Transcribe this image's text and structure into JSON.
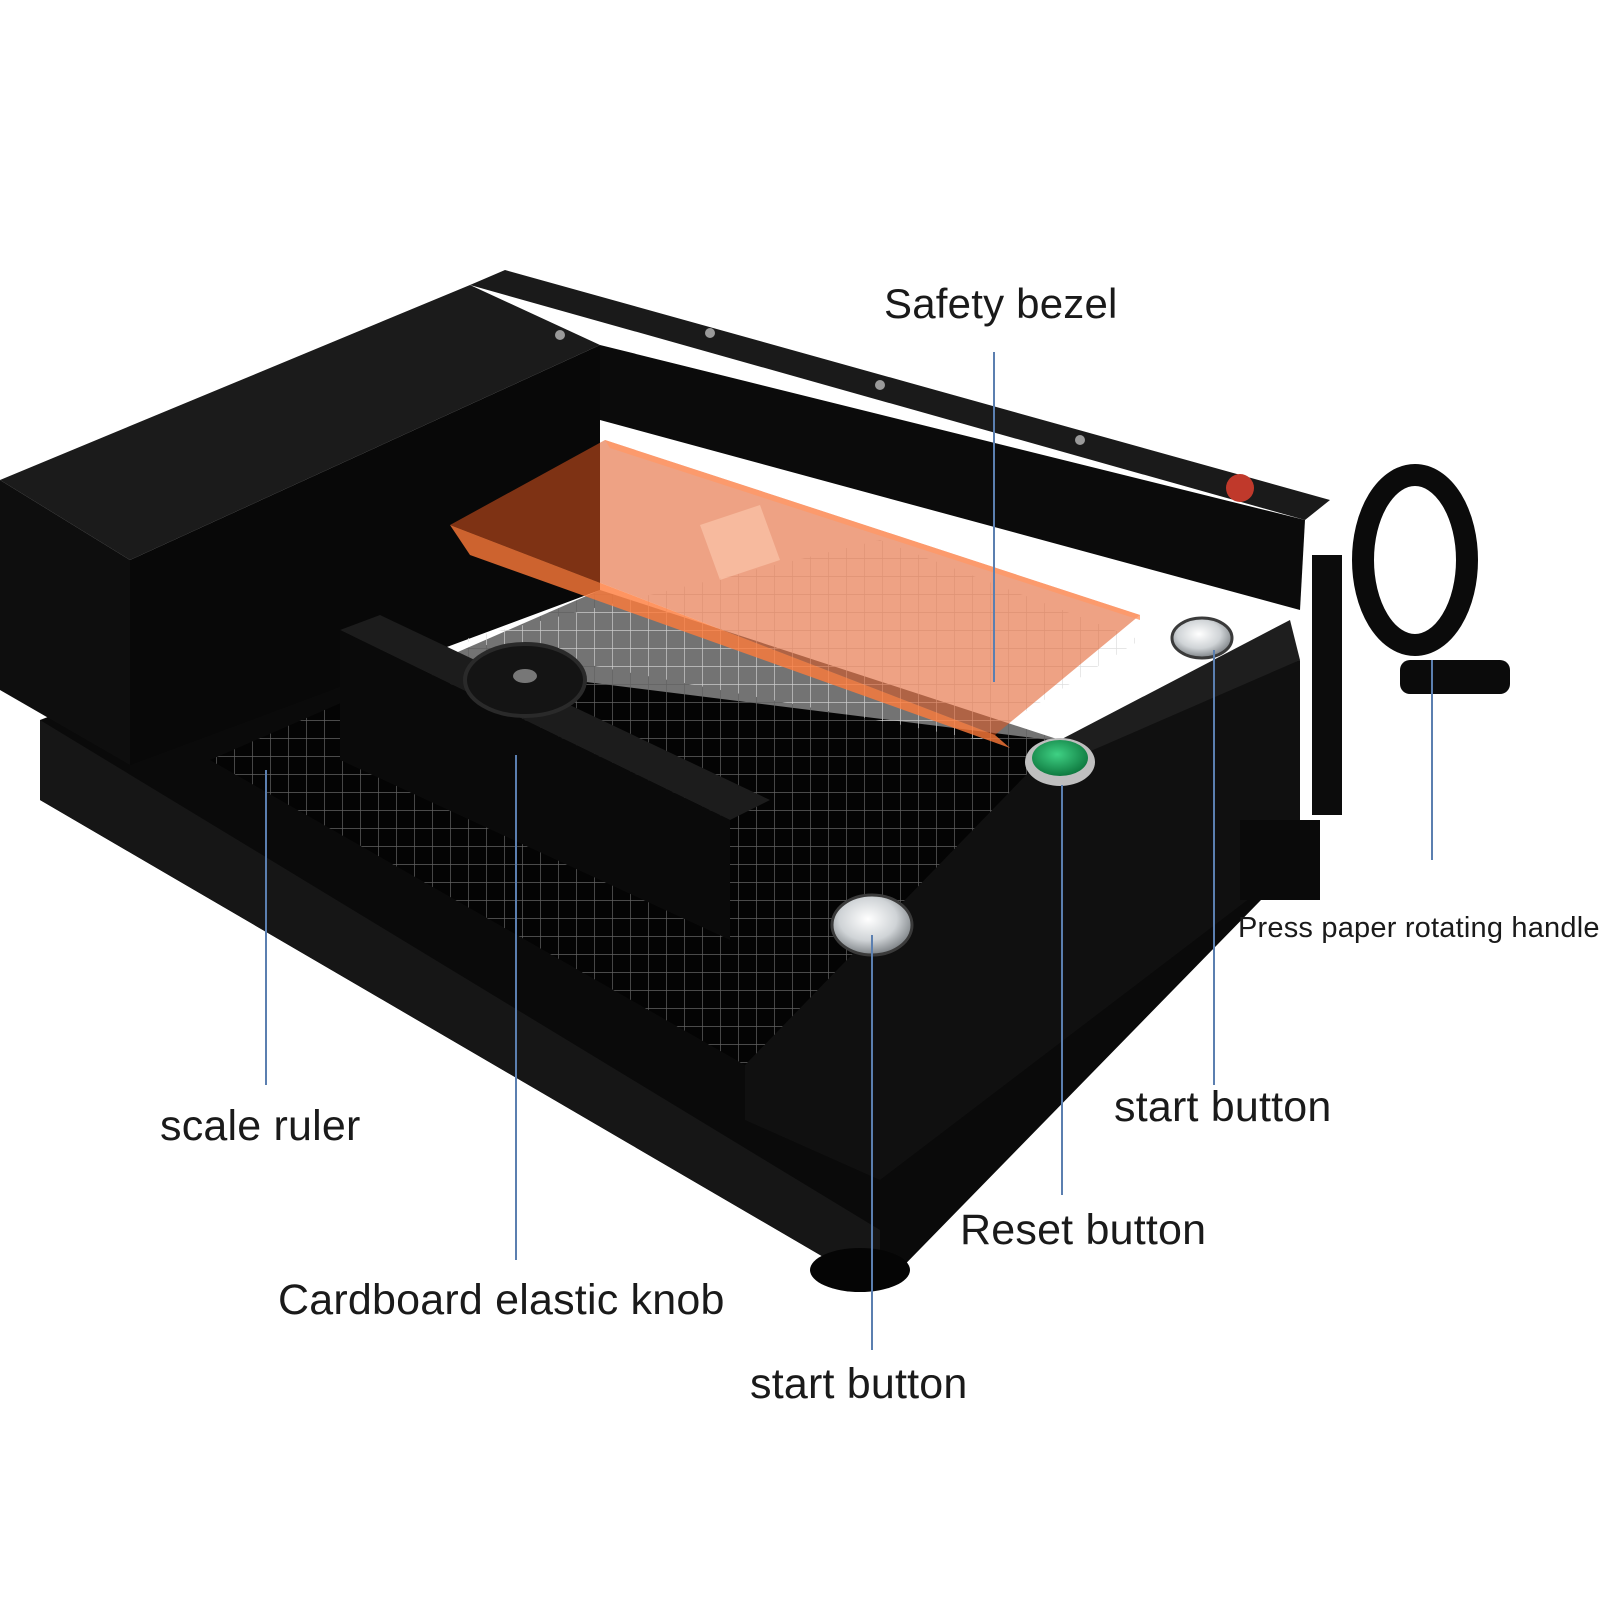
{
  "labels": {
    "safety_bezel": "Safety bezel",
    "press_paper_handle": "Press paper rotating handle",
    "start_button_right": "start button",
    "scale_ruler": "scale ruler",
    "reset_button": "Reset button",
    "cardboard_knob": "Cardboard elastic knob",
    "start_button_bottom": "start button"
  },
  "colors": {
    "machine_body": "#0c0c0c",
    "bezel_orange": "#e0551f",
    "reset_green": "#1aa55a",
    "leader_line": "#5b7fb0",
    "grid_line": "#d9d9d9"
  }
}
